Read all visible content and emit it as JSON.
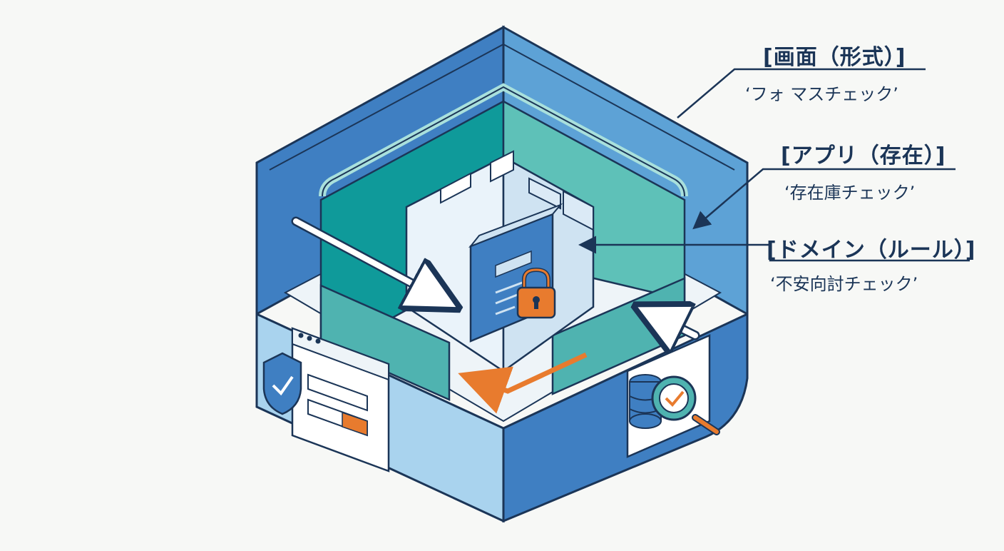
{
  "layers": [
    {
      "title": "[画面（形式）]",
      "subtitle": "‘フォ マスチェック’"
    },
    {
      "title": "[アプリ（存在）]",
      "subtitle": "‘存在庫チェック’"
    },
    {
      "title": "[ドメイン（ルール）]",
      "subtitle": "‘不安向討チェック’"
    }
  ],
  "colors": {
    "outer_wall_dark": "#3f7fc2",
    "outer_wall_light": "#a9d3ee",
    "middle_wall": "#4fb3b0",
    "core": "#e6f2fa",
    "outline": "#1b3557",
    "accent": "#e87b2e"
  },
  "icons": [
    "shield-check-icon",
    "browser-form-icon",
    "database-check-icon",
    "magnifier-icon",
    "lock-icon",
    "book-icon"
  ]
}
